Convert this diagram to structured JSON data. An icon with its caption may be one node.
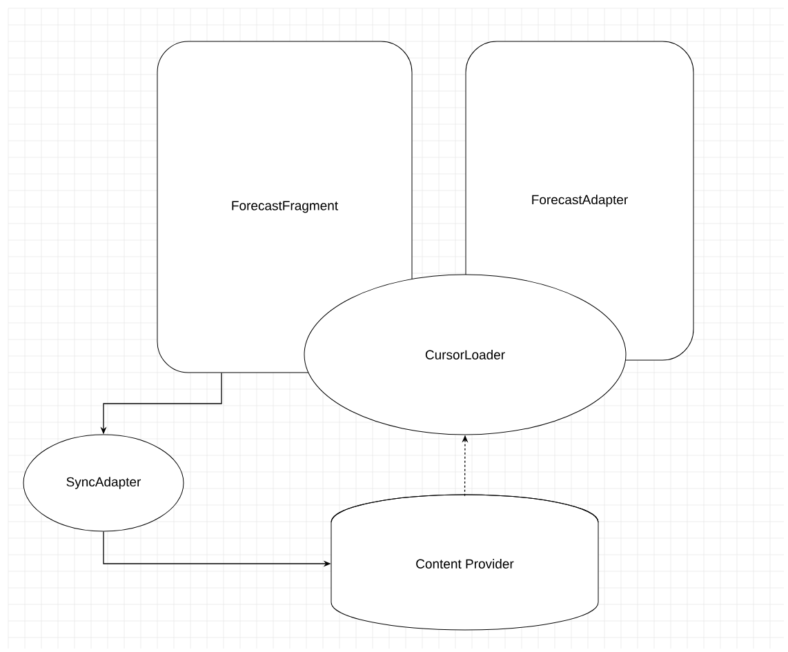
{
  "diagram": {
    "nodes": [
      {
        "text": [
          "ForecastFragment"
        ]
      },
      {
        "text": [
          "ForecastAdapter"
        ]
      },
      {
        "text": [
          "CursorLoader"
        ]
      },
      {
        "text": [
          "SyncAdapter"
        ]
      },
      {
        "text": [
          "Content Provider"
        ]
      }
    ],
    "edges": [
      {
        "from": 0,
        "to": 3,
        "arrow": "to"
      },
      {
        "from": 3,
        "to": 4,
        "arrow": "to"
      },
      {
        "from": 4,
        "to": 2,
        "arrow": "to",
        "style": "dashed"
      }
    ]
  }
}
